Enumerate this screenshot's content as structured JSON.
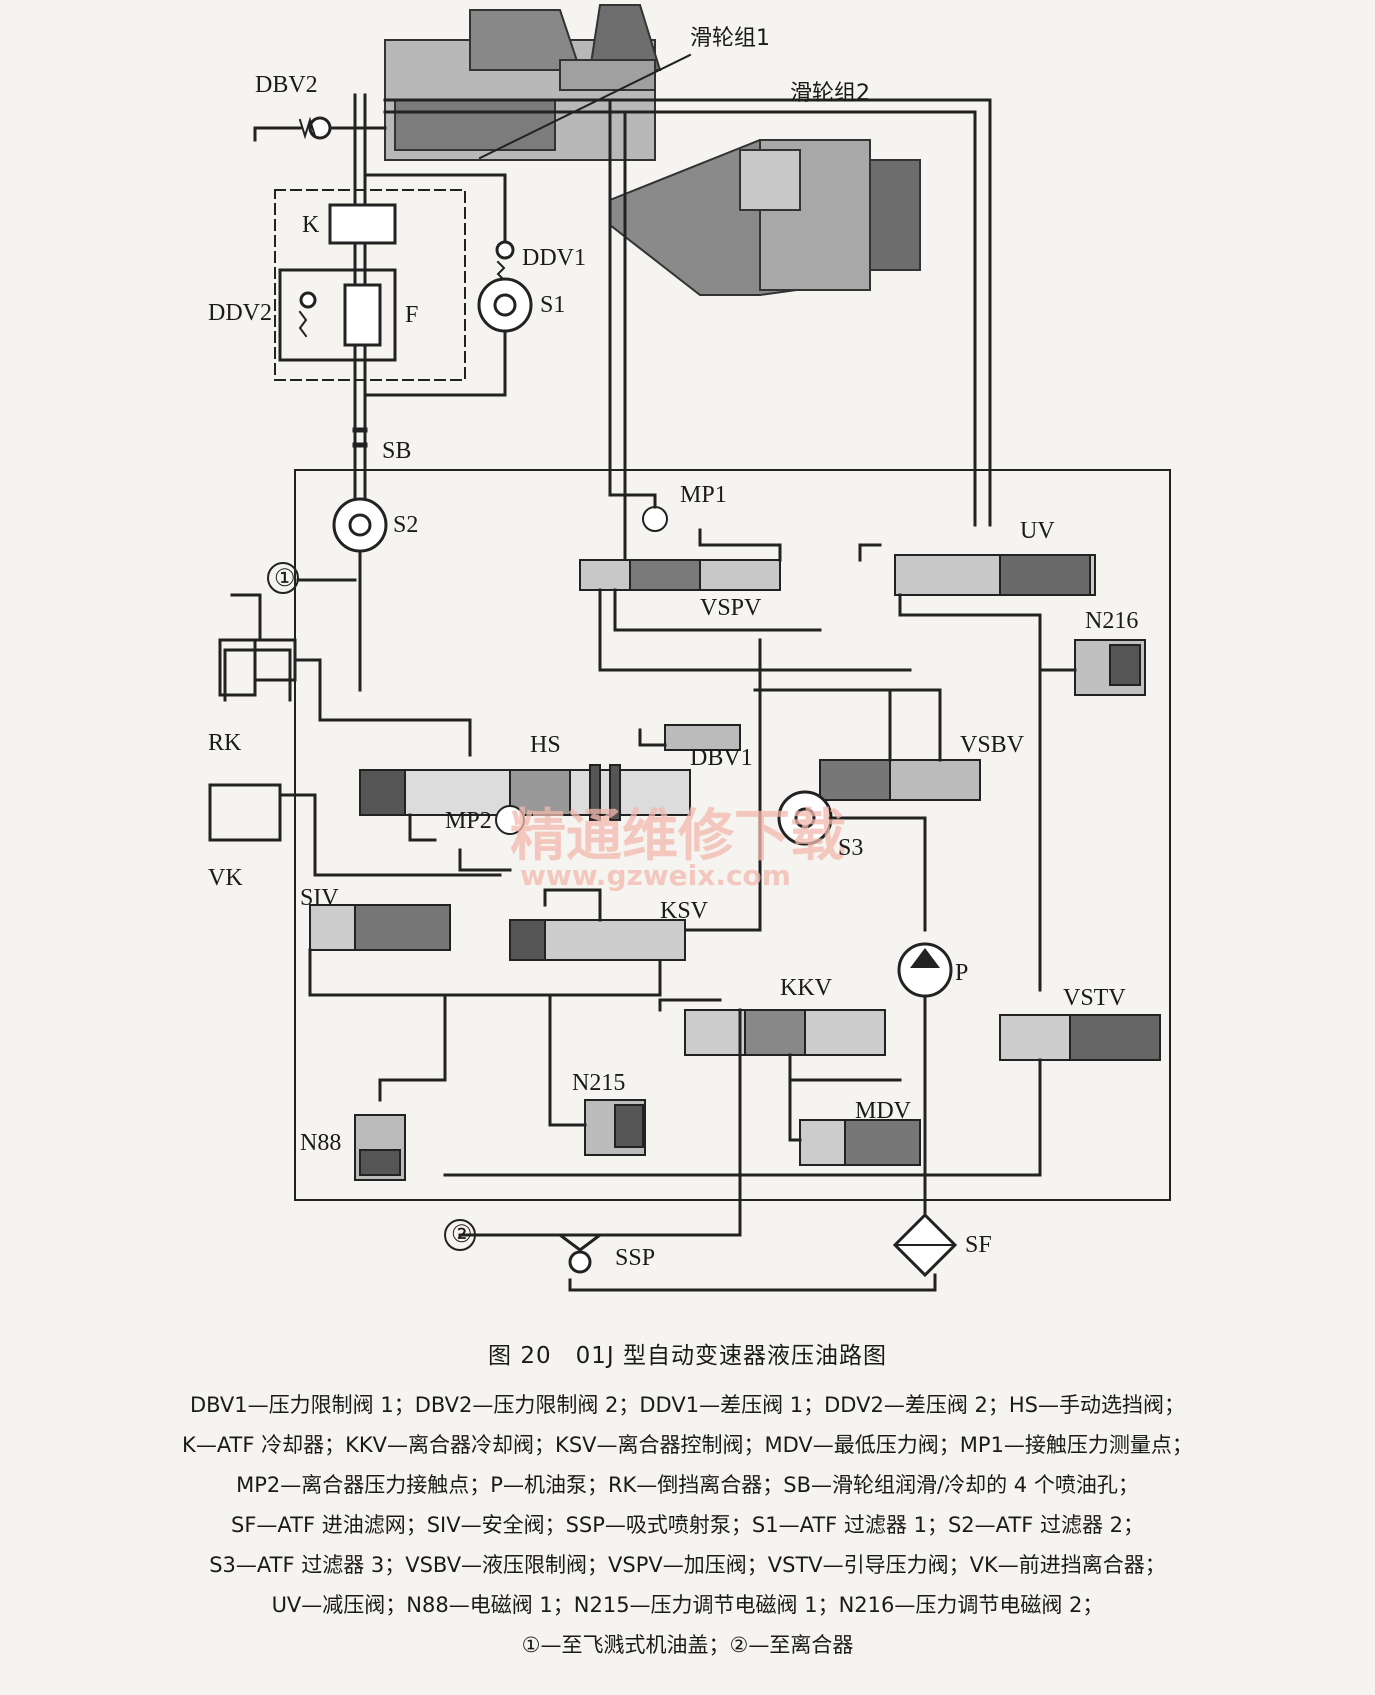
{
  "labels": {
    "pulley1": "滑轮组1",
    "pulley2": "滑轮组2",
    "dbv2": "DBV2",
    "ddv1": "DDV1",
    "ddv2": "DDV2",
    "k": "K",
    "f": "F",
    "s1": "S1",
    "sb": "SB",
    "s2": "S2",
    "mp1": "MP1",
    "uv": "UV",
    "vspv": "VSPV",
    "n216": "N216",
    "circle1": "①",
    "rk": "RK",
    "hs": "HS",
    "dbv1": "DBV1",
    "vsbv": "VSBV",
    "vk": "VK",
    "mp2": "MP2",
    "s3": "S3",
    "siv": "SIV",
    "ksv": "KSV",
    "p": "P",
    "kkv": "KKV",
    "vstv": "VSTV",
    "n215": "N215",
    "mdv": "MDV",
    "n88": "N88",
    "circle2": "②",
    "ssp": "SSP",
    "sf": "SF"
  },
  "watermark": {
    "text": "精通维修下载",
    "url": "www.gzweix.com"
  },
  "caption": "图 20　01J 型自动变速器液压油路图",
  "legend": [
    "DBV1—压力限制阀 1；DBV2—压力限制阀 2；DDV1—差压阀 1；DDV2—差压阀 2；HS—手动选挡阀；",
    "K—ATF 冷却器；KKV—离合器冷却阀；KSV—离合器控制阀；MDV—最低压力阀；MP1—接触压力测量点；",
    "MP2—离合器压力接触点；P—机油泵；RK—倒挡离合器；SB—滑轮组润滑/冷却的 4 个喷油孔；",
    "SF—ATF 进油滤网；SIV—安全阀；SSP—吸式喷射泵；S1—ATF 过滤器 1；S2—ATF 过滤器 2；",
    "S3—ATF 过滤器 3；VSBV—液压限制阀；VSPV—加压阀；VSTV—引导压力阀；VK—前进挡离合器；",
    "UV—减压阀；N88—电磁阀 1；N215—压力调节电磁阀 1；N216—压力调节电磁阀 2；",
    "①—至飞溅式机油盖；②—至离合器"
  ]
}
